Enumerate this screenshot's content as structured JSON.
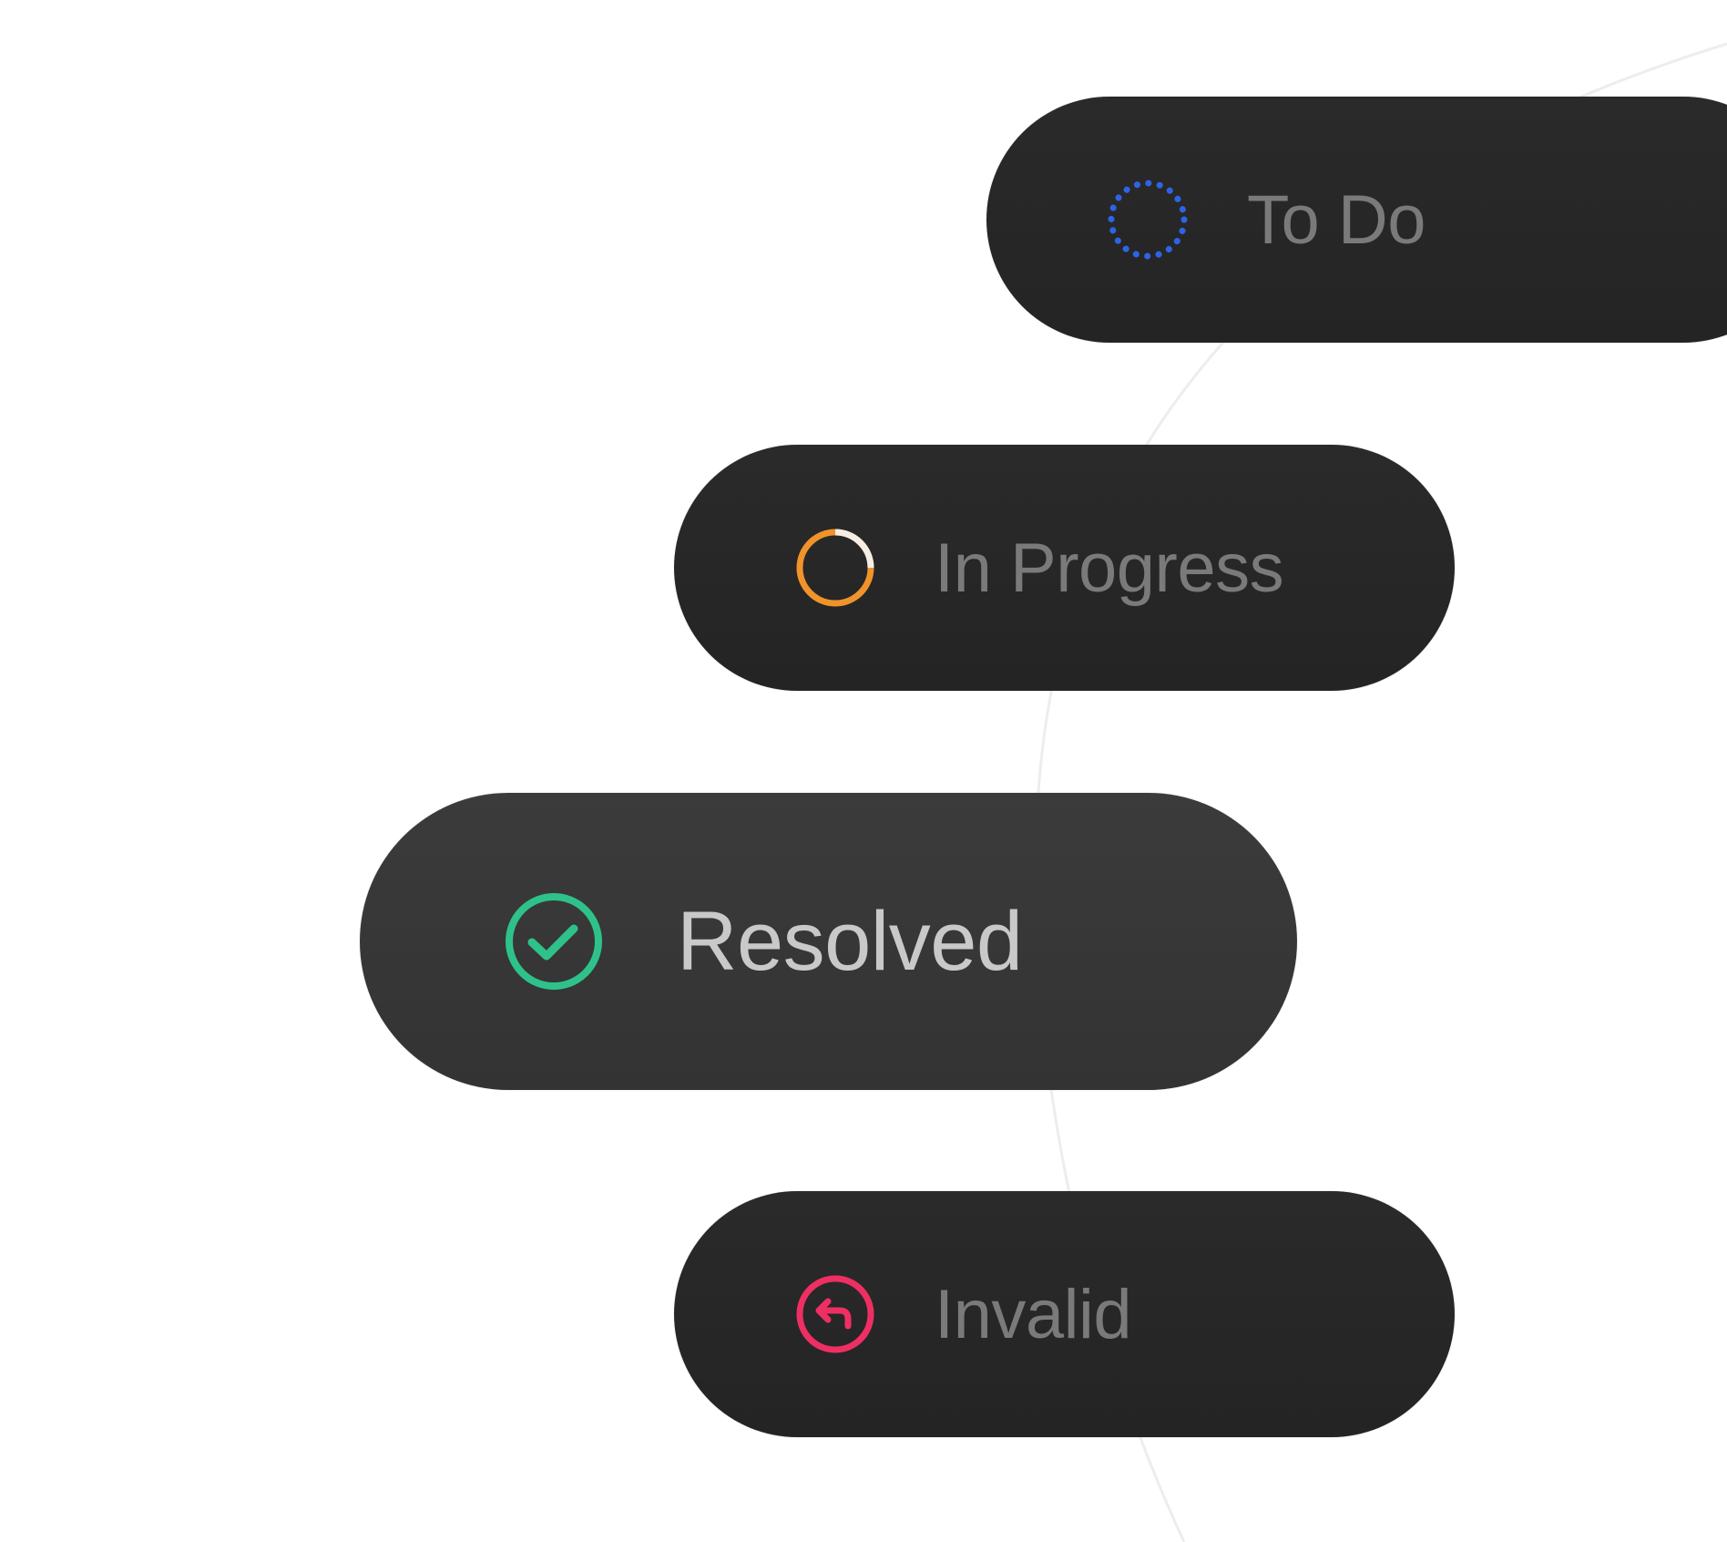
{
  "statuses": [
    {
      "id": "todo",
      "label": "To Do",
      "icon": "dotted-circle-icon",
      "color": "#2f63e6",
      "active": false
    },
    {
      "id": "inprogress",
      "label": "In Progress",
      "icon": "progress-ring-icon",
      "color": "#f0932b",
      "active": false
    },
    {
      "id": "resolved",
      "label": "Resolved",
      "icon": "check-circle-icon",
      "color": "#2ec28a",
      "active": true
    },
    {
      "id": "invalid",
      "label": "Invalid",
      "icon": "undo-circle-icon",
      "color": "#ef2f63",
      "active": false
    }
  ]
}
